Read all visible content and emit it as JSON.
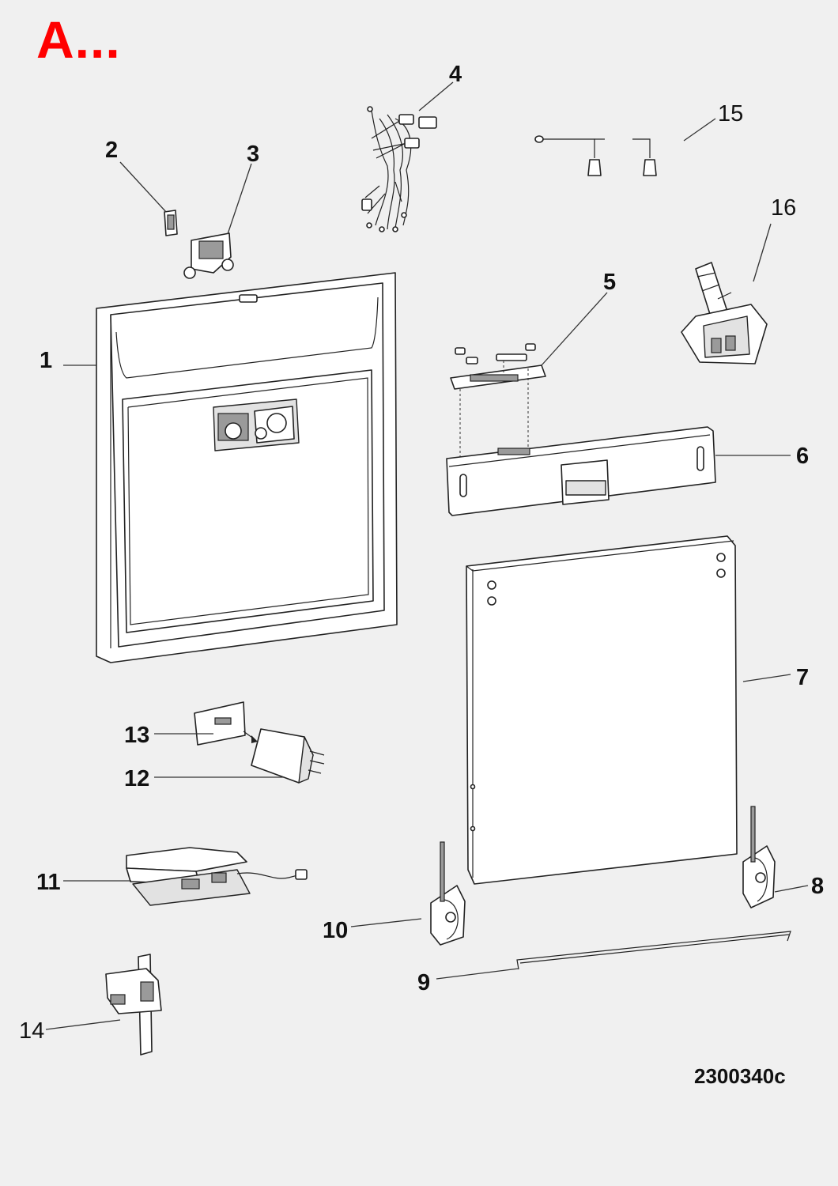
{
  "header": {
    "label": "A..."
  },
  "footer": {
    "diagram_code": "2300340c"
  },
  "callouts": [
    {
      "id": "1",
      "label": "1"
    },
    {
      "id": "2",
      "label": "2"
    },
    {
      "id": "3",
      "label": "3"
    },
    {
      "id": "4",
      "label": "4"
    },
    {
      "id": "5",
      "label": "5"
    },
    {
      "id": "6",
      "label": "6"
    },
    {
      "id": "7",
      "label": "7"
    },
    {
      "id": "8",
      "label": "8"
    },
    {
      "id": "9",
      "label": "9"
    },
    {
      "id": "10",
      "label": "10"
    },
    {
      "id": "11",
      "label": "11"
    },
    {
      "id": "12",
      "label": "12"
    },
    {
      "id": "13",
      "label": "13"
    },
    {
      "id": "14",
      "label": "14"
    },
    {
      "id": "15",
      "label": "15"
    },
    {
      "id": "16",
      "label": "16"
    }
  ],
  "colors": {
    "header": "#ff0000",
    "background": "#f0f0f0",
    "line": "#222222"
  }
}
